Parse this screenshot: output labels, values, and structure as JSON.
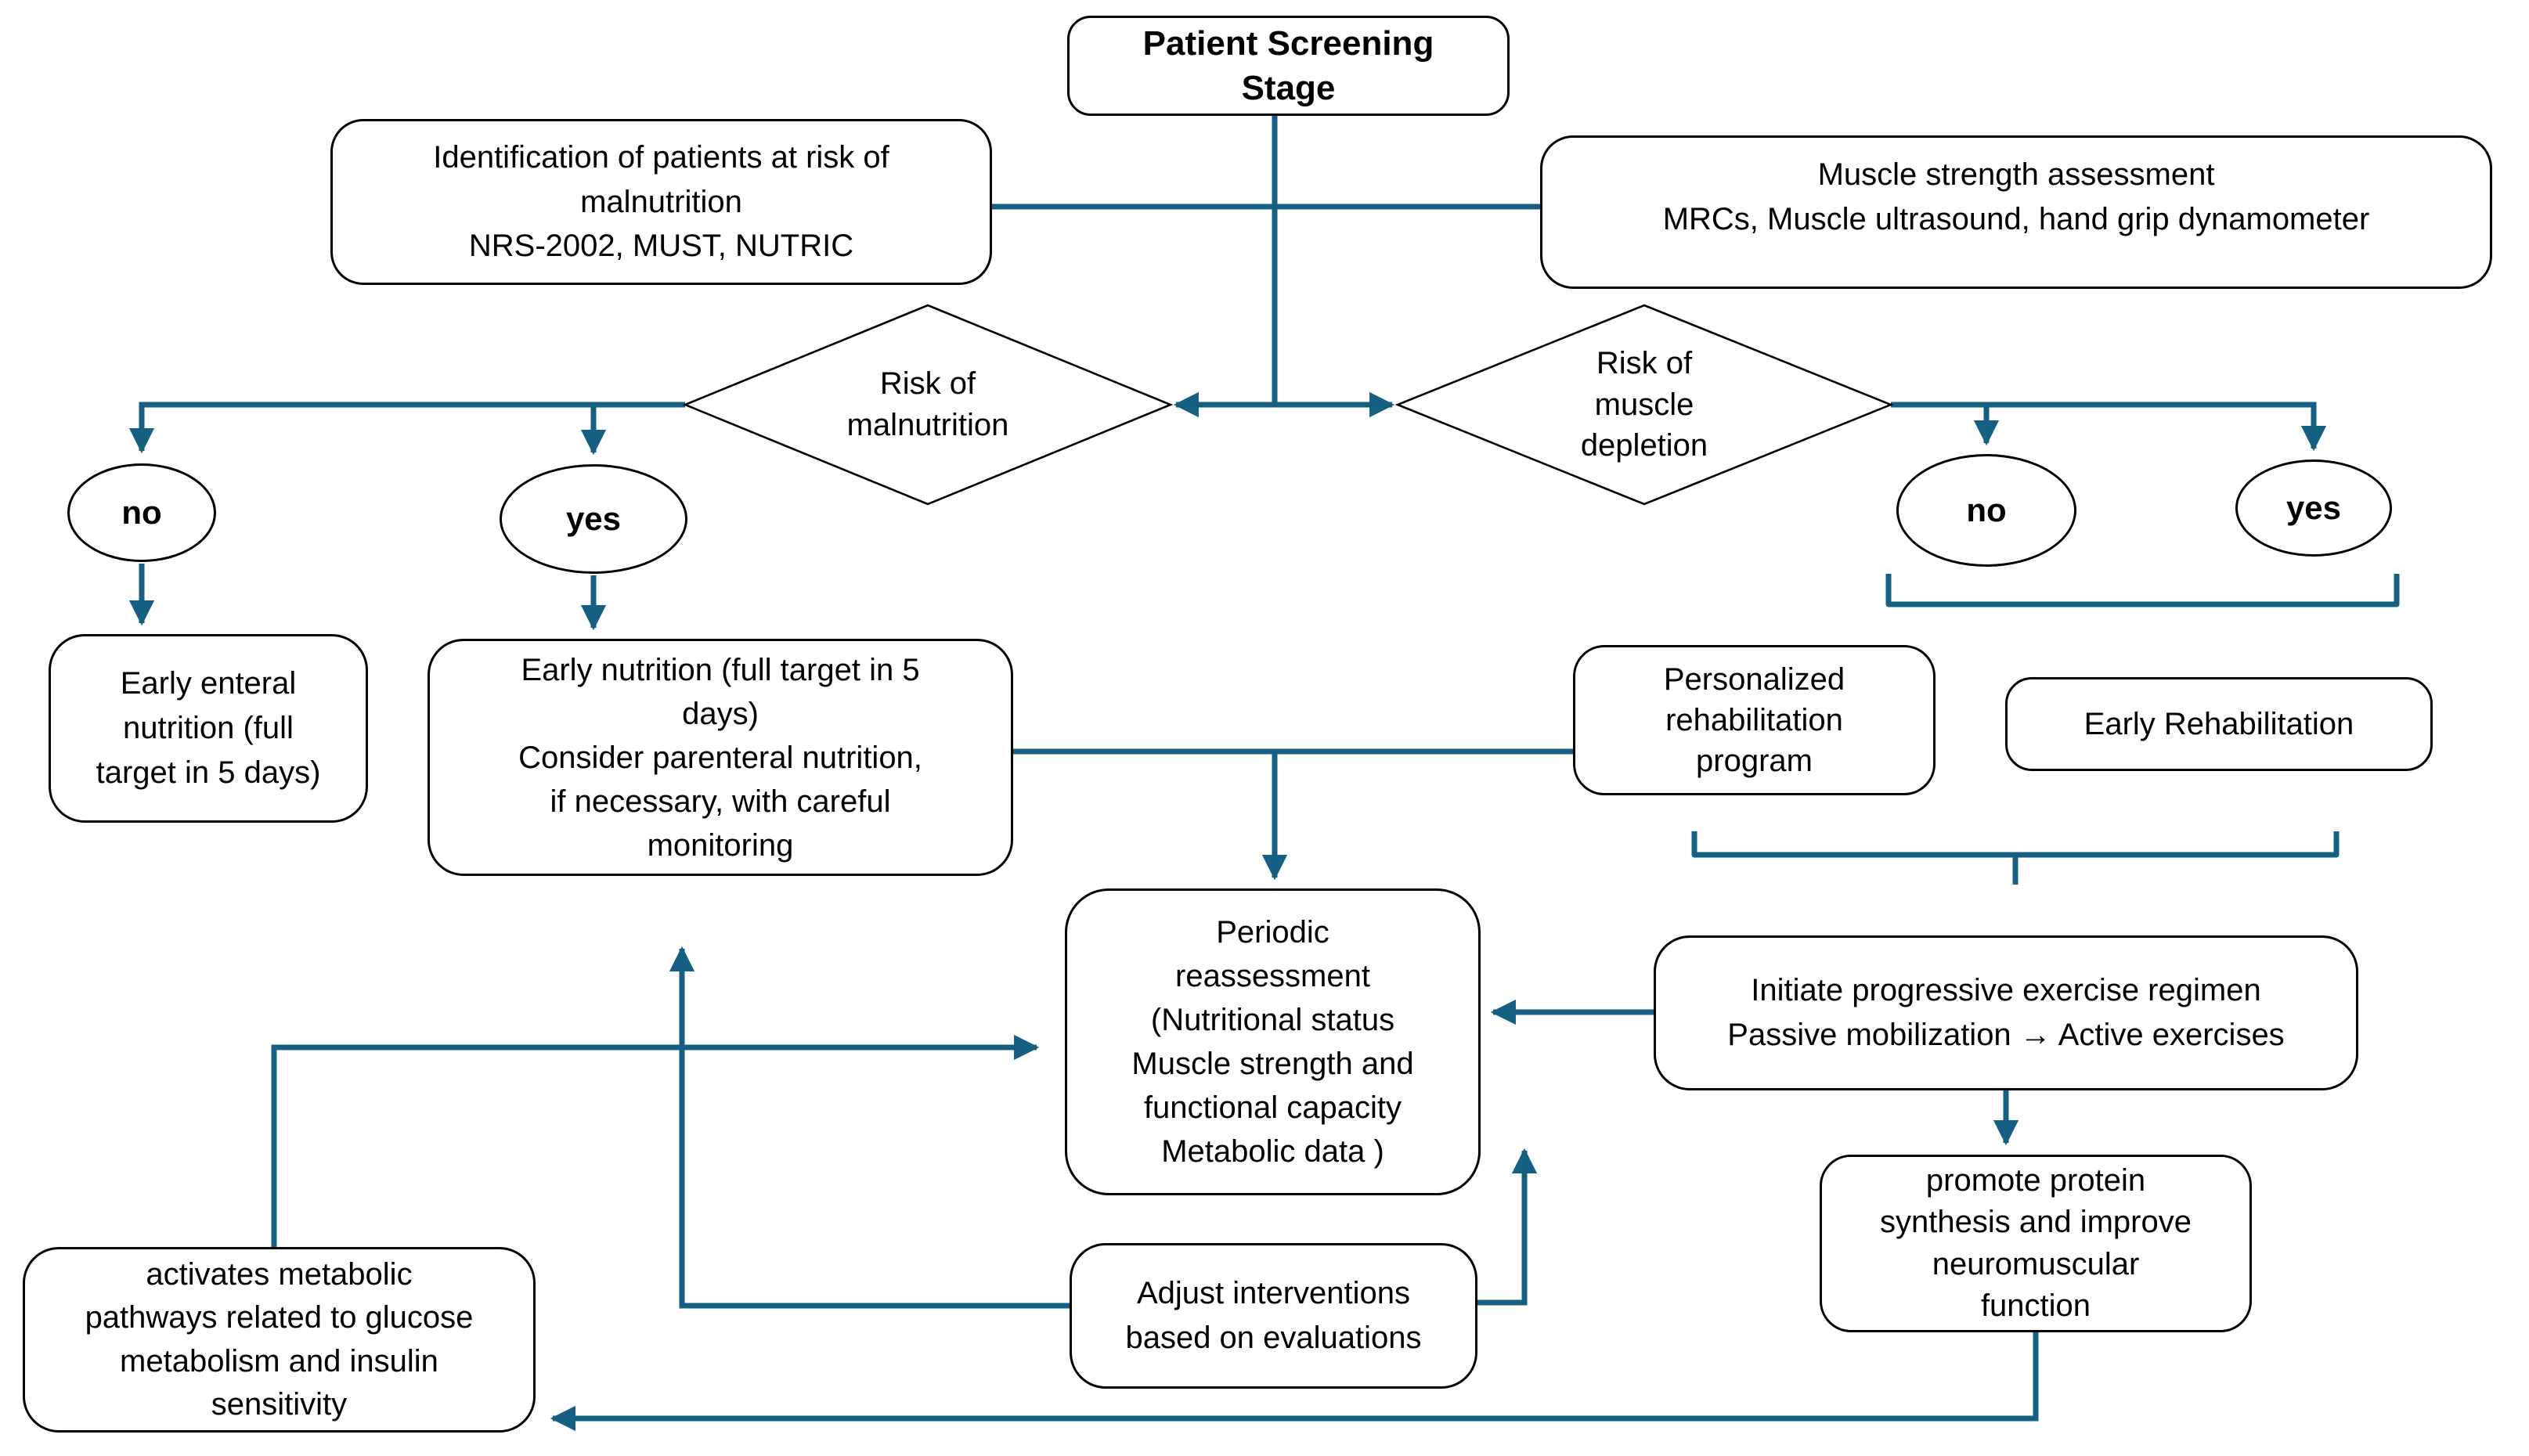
{
  "diagram": {
    "colors": {
      "connector": "#156082",
      "border": "#000000",
      "background": "#ffffff",
      "text": "#000000"
    },
    "title": "Patient Screening\nStage",
    "screening": {
      "identification": "Identification of patients at risk of\nmalnutrition\nNRS-2002, MUST, NUTRIC",
      "muscle_assessment": "Muscle strength assessment\nMRCs, Muscle ultrasound, hand grip dynamometer"
    },
    "decisions": {
      "malnutrition": "Risk of\nmalnutrition",
      "muscle_depletion": "Risk of\nmuscle\ndepletion"
    },
    "branches": {
      "malnutrition_no": "no",
      "malnutrition_yes": "yes",
      "depletion_no": "no",
      "depletion_yes": "yes"
    },
    "nutrition": {
      "early_enteral": "Early enteral\nnutrition (full\ntarget in 5 days)",
      "early_nutrition": "Early nutrition (full target in 5\ndays)\nConsider parenteral nutrition,\nif necessary, with careful\nmonitoring"
    },
    "rehabilitation": {
      "personalized": "Personalized\nrehabilitation\nprogram",
      "early": "Early Rehabilitation",
      "initiate": "Initiate progressive exercise regimen\nPassive mobilization → Active exercises",
      "promote": "promote protein\nsynthesis and improve\nneuromuscular\nfunction"
    },
    "monitoring": {
      "periodic": "Periodic\nreassessment\n(Nutritional status\nMuscle strength and\nfunctional capacity\nMetabolic data )",
      "adjust": "Adjust interventions\nbased on evaluations",
      "metabolic": "activates metabolic\npathways related to glucose\nmetabolism and insulin\nsensitivity"
    }
  }
}
